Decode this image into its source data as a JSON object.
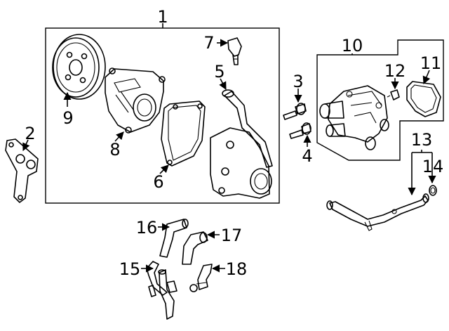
{
  "callouts": {
    "c1": "1",
    "c2": "2",
    "c3": "3",
    "c4": "4",
    "c5": "5",
    "c6": "6",
    "c7": "7",
    "c8": "8",
    "c9": "9",
    "c10": "10",
    "c11": "11",
    "c12": "12",
    "c13": "13",
    "c14": "14",
    "c15": "15",
    "c16": "16",
    "c17": "17",
    "c18": "18"
  },
  "icons": {
    "arrowhead": "arrowhead-icon"
  }
}
